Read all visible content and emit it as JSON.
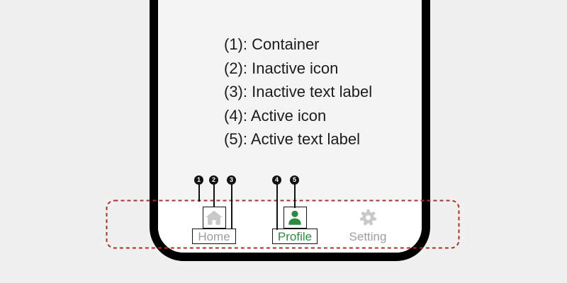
{
  "legend": {
    "items": [
      {
        "line": "(1): Container"
      },
      {
        "line": "(2): Inactive icon"
      },
      {
        "line": "(3): Inactive text label"
      },
      {
        "line": "(4): Active icon"
      },
      {
        "line": "(5): Active text label"
      }
    ]
  },
  "callouts": [
    {
      "number": "1",
      "target": "container"
    },
    {
      "number": "2",
      "target": "inactive-icon"
    },
    {
      "number": "3",
      "target": "inactive-text-label"
    },
    {
      "number": "4",
      "target": "active-icon"
    },
    {
      "number": "5",
      "target": "active-text-label"
    }
  ],
  "tabbar": {
    "items": [
      {
        "label": "Home",
        "icon": "home-icon",
        "state": "inactive"
      },
      {
        "label": "Profile",
        "icon": "person-icon",
        "state": "active"
      },
      {
        "label": "Setting",
        "icon": "gear-icon",
        "state": "inactive"
      }
    ]
  },
  "colors": {
    "active_green": "#2e8b44",
    "inactive_icon_gray": "#c9c9c9",
    "inactive_label_gray": "#9e9e9e",
    "annotation_red": "#a93226",
    "phone_frame_black": "#000000",
    "tabbar_background": "#ffffff",
    "page_background": "#f0f0f0"
  }
}
